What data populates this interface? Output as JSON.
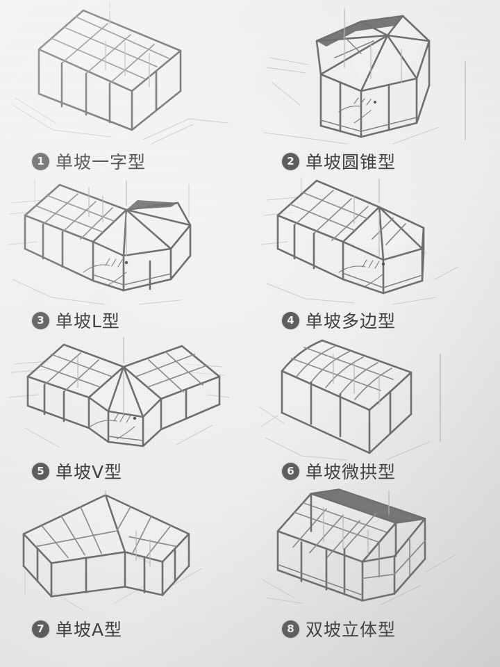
{
  "page": {
    "title": "阳光房顶型示意图",
    "background_color": "#efeeee",
    "ink_color": "#6f6f6f",
    "badge_color": "#5e5e5e",
    "caption_color": "#3f3f3f",
    "medium": "hand-drawn isometric pencil sketches on paper, photographed"
  },
  "items": [
    {
      "number": "1",
      "label": "单坡一字型",
      "shape": "rectangular single-slope lean-to",
      "roof": "single slope",
      "plan": "rectangle"
    },
    {
      "number": "2",
      "label": "单坡圆锥型",
      "shape": "conical / faceted pyramid roof on polygonal plan",
      "roof": "single slope with conical end",
      "plan": "polygon"
    },
    {
      "number": "3",
      "label": "单坡L型",
      "shape": "L-shaped run with polygonal bay and radial hip",
      "roof": "single slope",
      "plan": "L with polygon bay"
    },
    {
      "number": "4",
      "label": "单坡多边型",
      "shape": "straight run ending in multi-sided polygonal bay",
      "roof": "single slope with hipped polygon end",
      "plan": "rectangle + polygon"
    },
    {
      "number": "5",
      "label": "单坡V型",
      "shape": "two wings meeting at a polygonal apex forming a V",
      "roof": "single slope both wings",
      "plan": "V"
    },
    {
      "number": "6",
      "label": "单坡微拱型",
      "shape": "rectangular lean-to with gently arched roof slope",
      "roof": "slightly arched single slope",
      "plan": "rectangle"
    },
    {
      "number": "7",
      "label": "单坡A型",
      "shape": "L-shaped corner unit with inward valley",
      "roof": "single slope each wing",
      "plan": "L"
    },
    {
      "number": "8",
      "label": "双坡立体型",
      "shape": "free-standing gabled house form with ridge",
      "roof": "double slope (gable)",
      "plan": "rectangle"
    }
  ]
}
